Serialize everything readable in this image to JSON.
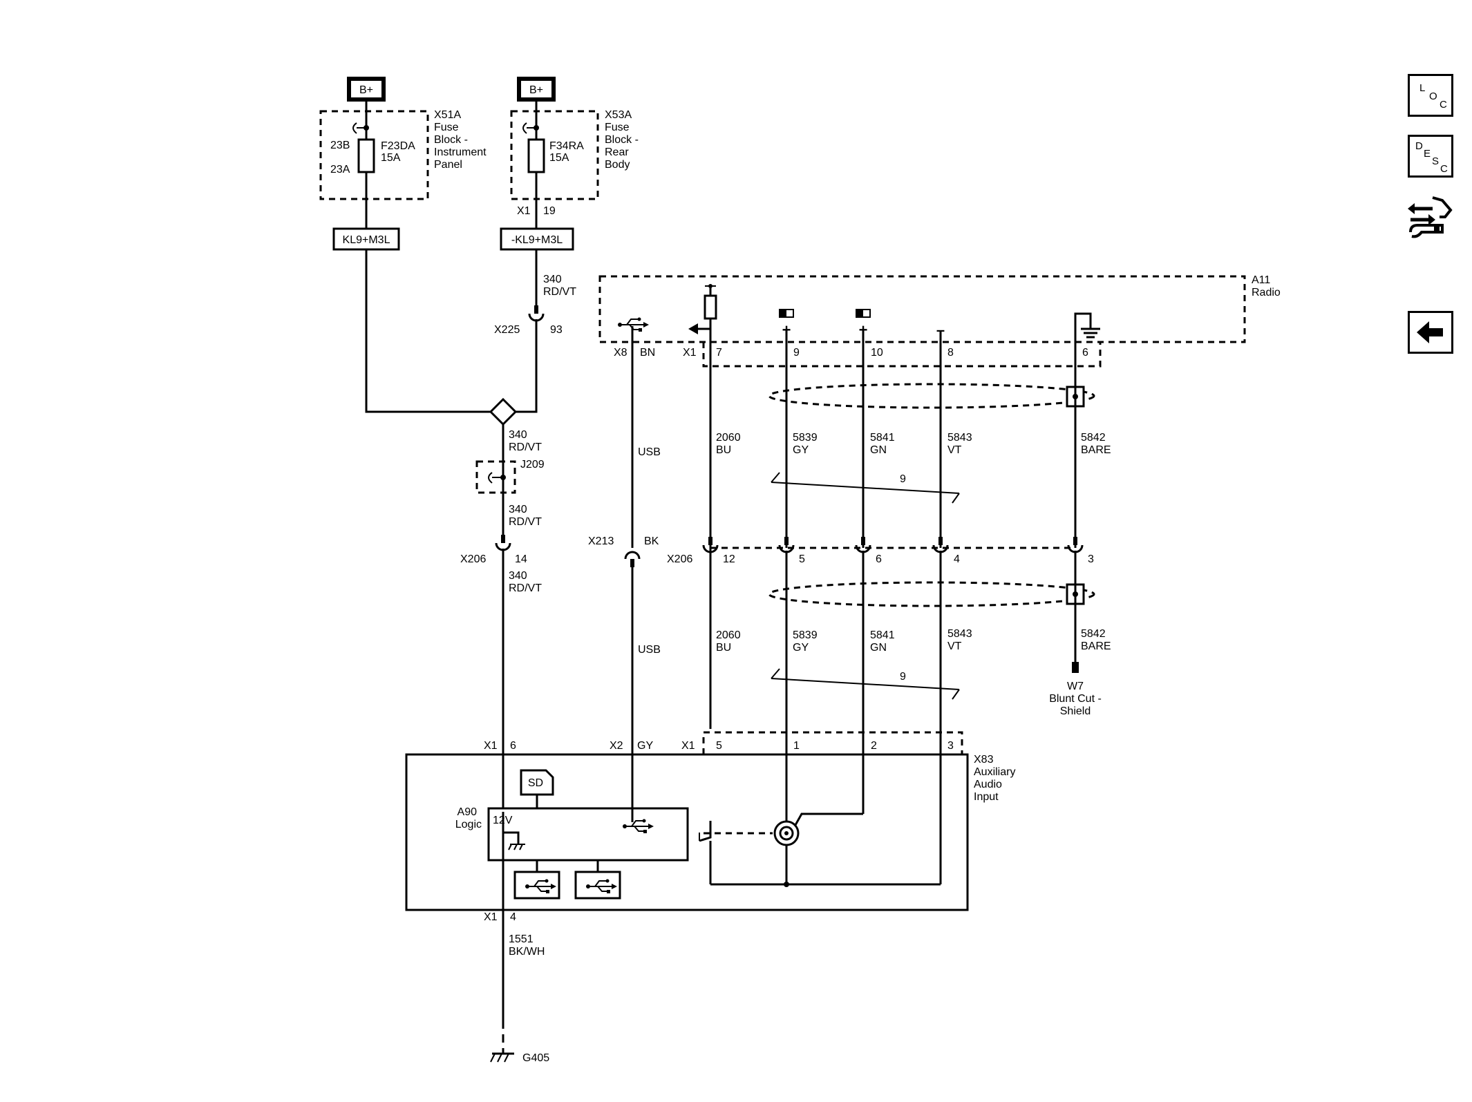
{
  "nav": {
    "loc": [
      "L",
      "O",
      "C"
    ],
    "desc": [
      "D",
      "E",
      "S",
      "C"
    ]
  },
  "diagram": {
    "battery_label": "B+",
    "fuse_left": {
      "pin_top": "23B",
      "pin_bottom": "23A",
      "fuse": "F23DA",
      "amps": "15A",
      "block": [
        "X51A",
        "Fuse",
        "Block -",
        "Instrument",
        "Panel"
      ],
      "relay": "KL9+M3L"
    },
    "fuse_right": {
      "fuse": "F34RA",
      "amps": "15A",
      "block": [
        "X53A",
        "Fuse",
        "Block -",
        "Rear",
        "Body"
      ],
      "conn": "X1",
      "pin": "19",
      "relay": "-KL9+M3L"
    },
    "wire_340_circuit": "340",
    "wire_340_color": "RD/VT",
    "x225": {
      "name": "X225",
      "pin": "93"
    },
    "j209": "J209",
    "x206_left": {
      "name": "X206",
      "pin": "14"
    },
    "radio": {
      "name": "A11",
      "label": "Radio",
      "usb_conn": "X8",
      "usb_color": "BN",
      "conn": "X1",
      "pins": [
        "7",
        "9",
        "10",
        "8",
        "6"
      ],
      "plus": "+",
      "minus": "–"
    },
    "usb_label": "USB",
    "x213": {
      "name": "X213",
      "color": "BK"
    },
    "x206_right": {
      "name": "X206",
      "pins": [
        "12",
        "5",
        "6",
        "4",
        "3"
      ]
    },
    "wires": [
      {
        "circuit": "2060",
        "color": "BU"
      },
      {
        "circuit": "5839",
        "color": "GY"
      },
      {
        "circuit": "5841",
        "color": "GN"
      },
      {
        "circuit": "5843",
        "color": "VT"
      },
      {
        "circuit": "5842",
        "color": "BARE"
      }
    ],
    "twist": "9",
    "shield": [
      "W7",
      "Blunt Cut -",
      "Shield"
    ],
    "aux": {
      "name": "X83",
      "label": [
        "Auxiliary",
        "Audio",
        "Input"
      ],
      "x1": "X1",
      "x1_pin": "6",
      "x2": "X2",
      "x2_color": "GY",
      "conn": "X1",
      "pins": [
        "5",
        "1",
        "2",
        "3"
      ]
    },
    "logic": {
      "name": "A90",
      "label": "Logic",
      "voltage": "12V",
      "sd": "SD"
    },
    "ground_wire": {
      "conn": "X1",
      "pin": "4",
      "circuit": "1551",
      "color": "BK/WH"
    },
    "ground": "G405"
  }
}
